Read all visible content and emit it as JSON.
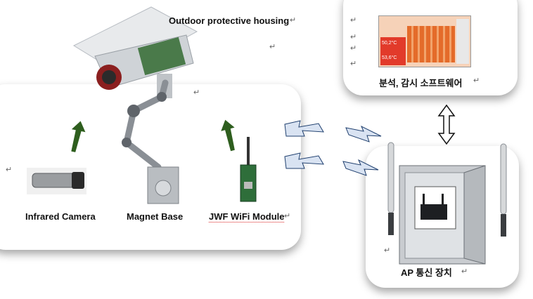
{
  "labels": {
    "housing": "Outdoor protective housing",
    "software": "분석, 감시 소프트웨어",
    "camera": "Infrared Camera",
    "magnet": "Magnet Base",
    "wifi": "JWF WiFi Module",
    "ap": "AP 통신 장치"
  },
  "software_readings": {
    "temp1": "50,2°C",
    "temp2": "53,6°C"
  },
  "colors": {
    "arrow_green": "#2e5e1e",
    "lightning_fill": "#d9e3f2",
    "lightning_stroke": "#1f3f6e"
  }
}
